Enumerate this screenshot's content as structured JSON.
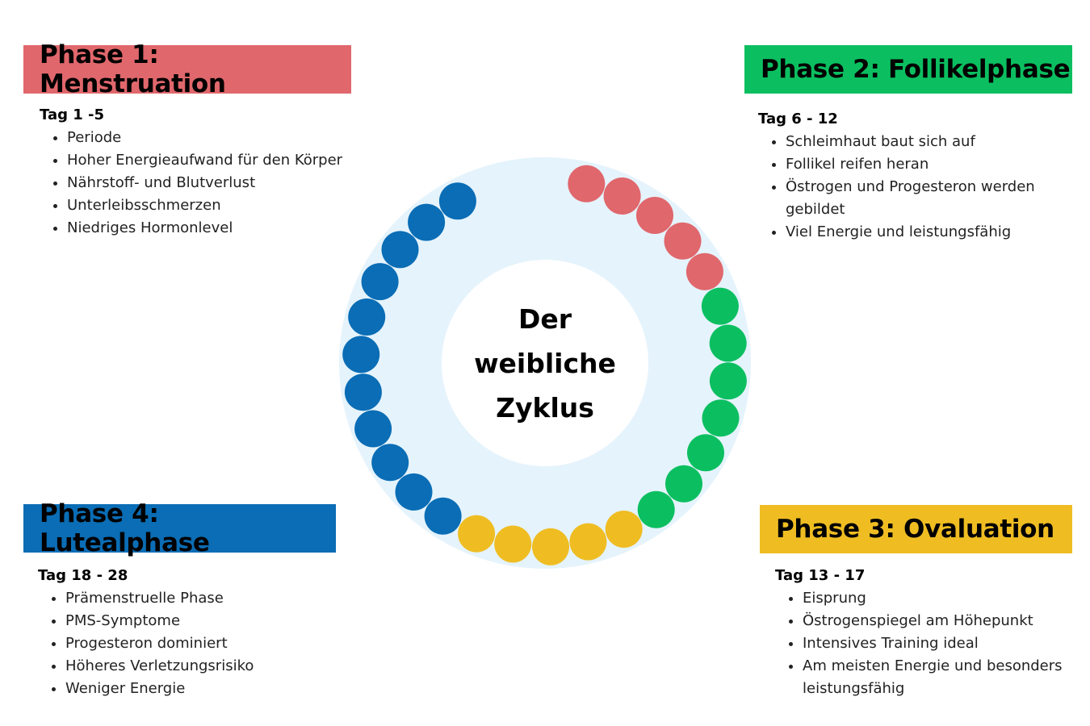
{
  "colors": {
    "menstruation": "#e0676c",
    "follicular": "#0bbf60",
    "ovulation": "#efbd22",
    "luteal": "#0a6db5",
    "ring": "#e5f3fc",
    "center": "#ffffff"
  },
  "center": {
    "line1": "Der",
    "line2": "weibliche",
    "line3": "Zyklus"
  },
  "phases": [
    {
      "title": "Phase 1: Menstruation",
      "days": "Tag 1 -5",
      "items": [
        "Periode",
        "Hoher Energieaufwand für den Körper",
        "Nährstoff- und Blutverlust",
        "Unterleibsschmerzen",
        "Niedriges Hormonlevel"
      ]
    },
    {
      "title": "Phase 2: Follikelphase",
      "days": "Tag 6 - 12",
      "items": [
        "Schleimhaut baut sich auf",
        "Follikel reifen heran",
        "Östrogen und Progesteron werden gebildet",
        "Viel Energie und leistungsfähig"
      ]
    },
    {
      "title": "Phase 3: Ovaluation",
      "days": "Tag 13 - 17",
      "items": [
        "Eisprung",
        "Östrogenspiegel am Höhepunkt",
        "Intensives Training ideal",
        "Am meisten Energie und besonders leistungsfähig"
      ]
    },
    {
      "title": "Phase 4: Lutealphase",
      "days": "Tag 18 - 28",
      "items": [
        "Prämenstruelle Phase",
        "PMS-Symptome",
        "Progesteron dominiert",
        "Höheres Verletzungsrisiko",
        "Weniger Energie"
      ]
    }
  ],
  "cycle": {
    "days_total": 28,
    "segments": [
      {
        "phase": "menstruation",
        "from": 1,
        "to": 5
      },
      {
        "phase": "follicular",
        "from": 6,
        "to": 12
      },
      {
        "phase": "ovulation",
        "from": 13,
        "to": 17
      },
      {
        "phase": "luteal",
        "from": 18,
        "to": 28
      }
    ]
  }
}
